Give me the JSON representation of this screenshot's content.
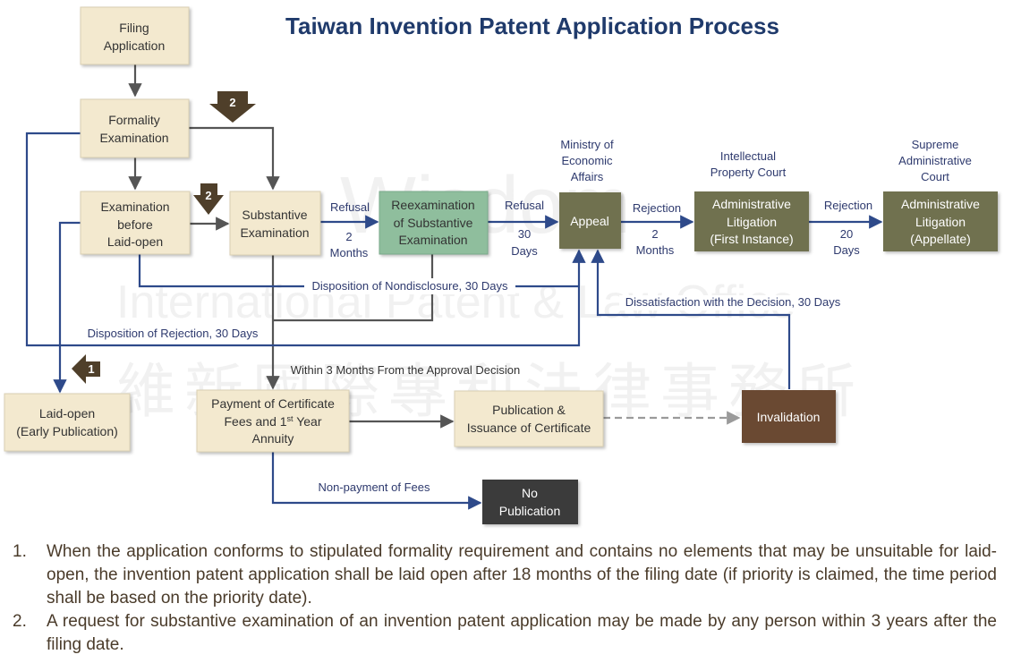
{
  "title": "Taiwan Invention Patent Application Process",
  "watermark": {
    "line1": "Wisdom",
    "line2": "International Patent & Law Office",
    "line3": "維新國際專利法律事務所"
  },
  "nodes": {
    "filing": [
      "Filing",
      "Application"
    ],
    "formality": [
      "Formality",
      "Examination"
    ],
    "exam_before": [
      "Examination",
      "before",
      "Laid-open"
    ],
    "substantive": [
      "Substantive",
      "Examination"
    ],
    "reexam": [
      "Reexamination",
      "of  Substantive",
      "Examination"
    ],
    "appeal": [
      "Appeal"
    ],
    "litigation_first": [
      "Administrative",
      "Litigation",
      "(First Instance)"
    ],
    "litigation_appellate": [
      "Administrative",
      "Litigation",
      "(Appellate)"
    ],
    "laid_open": [
      "Laid-open",
      "(Early Publication)"
    ],
    "payment": [
      "Payment of Certificate",
      "Fees and 1",
      "st",
      " Year",
      "Annuity"
    ],
    "publication": [
      "Publication &",
      "Issuance of Certificate"
    ],
    "invalidation": [
      "Invalidation"
    ],
    "no_publication": [
      "No",
      "Publication"
    ]
  },
  "authorities": {
    "moea": [
      "Ministry of",
      "Economic",
      "Affairs"
    ],
    "ip_court": [
      "Intellectual",
      "Property Court"
    ],
    "supreme": [
      "Supreme",
      "Administrative",
      "Court"
    ]
  },
  "edges": {
    "refusal_1": "Refusal",
    "months_1": [
      "2",
      "Months"
    ],
    "refusal_2": "Refusal",
    "days_1": [
      "30",
      "Days"
    ],
    "rejection_1": "Rejection",
    "months_2": [
      "2",
      "Months"
    ],
    "rejection_2": "Rejection",
    "days_2": [
      "20",
      "Days"
    ],
    "nondisclosure": "Disposition of Nondisclosure, 30 Days",
    "dissatisfaction": "Dissatisfaction with the Decision, 30 Days",
    "rejection_disp": "Disposition of Rejection, 30 Days",
    "within_3_months": "Within 3 Months From the Approval Decision",
    "non_payment": "Non-payment of Fees"
  },
  "markers": {
    "m1": "1",
    "m2a": "2",
    "m2b": "2"
  },
  "notes": [
    {
      "num": "1.",
      "text": "When the application conforms to stipulated formality requirement and contains no elements that may be unsuitable for laid-open, the invention patent application shall be laid open after 18 months of the filing date (if priority is claimed, the time period shall be based on the priority date)."
    },
    {
      "num": "2.",
      "text": "A request for substantive examination of an invention patent application may be made by any person within 3 years after the filing date."
    }
  ],
  "colors": {
    "cream": "#f3e9cf",
    "green_light": "#8fbe9d",
    "olive": "#6f7150",
    "brown": "#6b4a33",
    "dark": "#3a3a3a",
    "blue_line": "#2e4a8a",
    "gray_line": "#555555",
    "title": "#1f3a6b"
  }
}
